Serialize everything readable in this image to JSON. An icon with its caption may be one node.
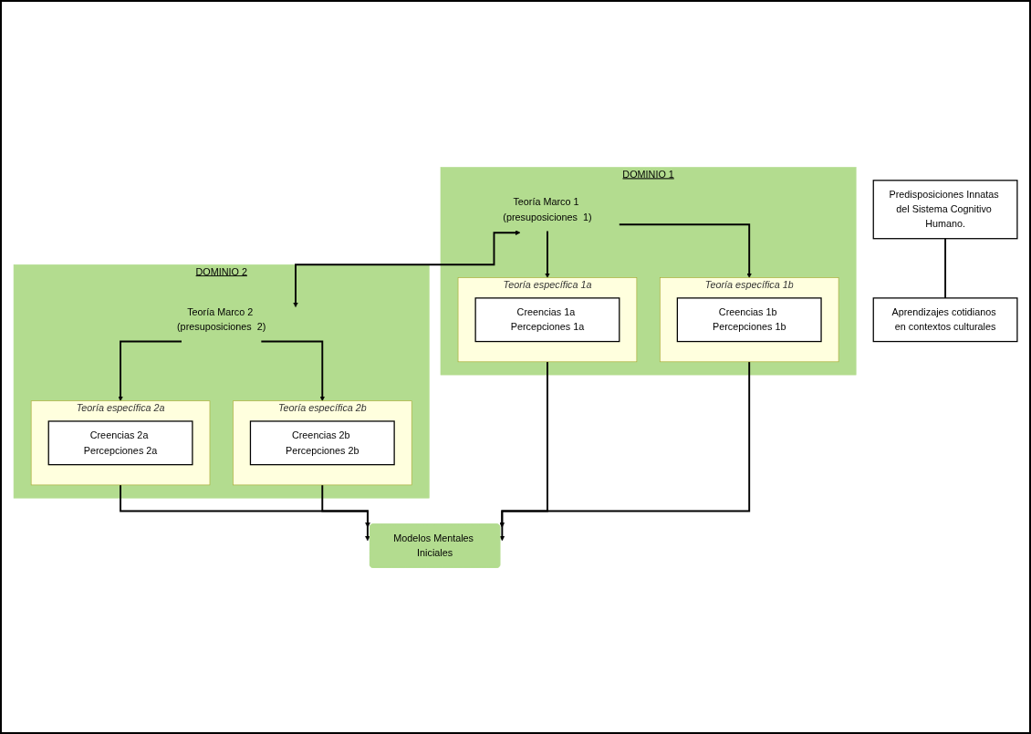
{
  "diagram": {
    "nodes": [
      {
        "text": [
          "Predisposiciones Innatas del Sistema Cognitivo Humano."
        ]
      },
      {
        "text": [
          "DOMINIO 1"
        ]
      },
      {
        "text": [
          "Teoría Marco 1 (presuposiciones  1)"
        ],
        "in": 1
      },
      {
        "text": [
          "Teoría específica 1a"
        ],
        "in": 1
      },
      {
        "text": [
          "Creencias 1a Percepciones 1a"
        ],
        "in": 3
      },
      {
        "text": [
          "Teoría específica 1b"
        ],
        "in": 1
      },
      {
        "text": [
          "Creencias 1b Percepciones 1b"
        ],
        "in": 5
      },
      {
        "text": [
          "DOMINIO 2"
        ]
      },
      {
        "text": [
          "Teoría Marco 2 (presuposiciones  2)"
        ],
        "in": 7
      },
      {
        "text": [
          "Teoría específica 2a"
        ],
        "in": 7
      },
      {
        "text": [
          "Creencias 2a Percepciones 2a"
        ],
        "in": 9
      },
      {
        "text": [
          "Teoría específica 2b"
        ],
        "in": 7
      },
      {
        "text": [
          "Creencias 2b Percepciones 2b"
        ],
        "in": 11
      },
      {
        "text": [
          "Aprendizajes cotidianos en contextos culturales"
        ]
      },
      {
        "text": [
          "Modelos Mentales Iniciales"
        ]
      }
    ],
    "edges": [
      {
        "from": 0,
        "to": 13,
        "arrow": "none"
      },
      {
        "from": 2,
        "to": 8,
        "arrow": "both"
      },
      {
        "from": 2,
        "to": 3,
        "arrow": "to"
      },
      {
        "from": 2,
        "to": 5,
        "arrow": "to"
      },
      {
        "from": 8,
        "to": 9,
        "arrow": "to"
      },
      {
        "from": 8,
        "to": 11,
        "arrow": "to"
      },
      {
        "from": 3,
        "to": 14,
        "arrow": "to"
      },
      {
        "from": 5,
        "to": 14,
        "arrow": "to"
      },
      {
        "from": 9,
        "to": 14,
        "arrow": "to"
      },
      {
        "from": 11,
        "to": 14,
        "arrow": "to"
      }
    ]
  }
}
